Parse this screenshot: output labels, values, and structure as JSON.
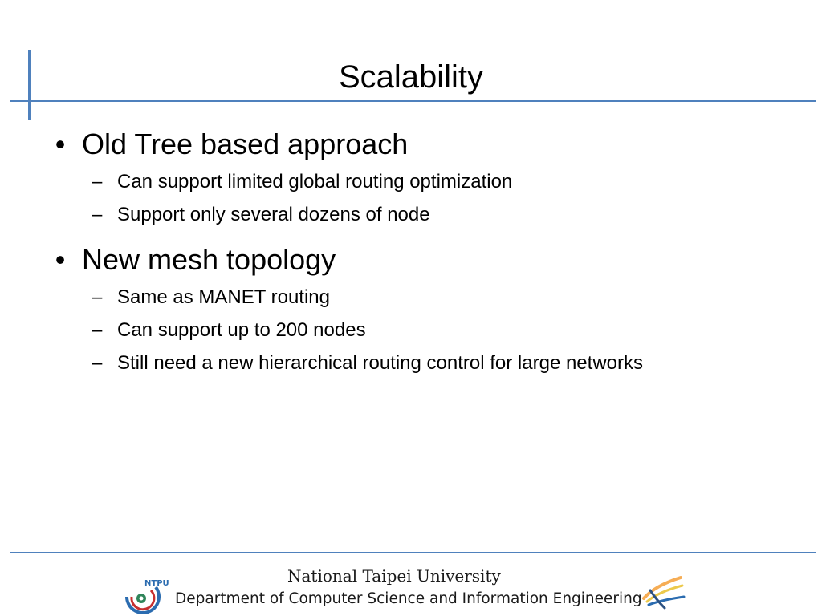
{
  "slide": {
    "title": "Scalability",
    "bullets": [
      {
        "text": "Old Tree based approach",
        "subitems": [
          "Can support limited global routing optimization",
          "Support only several dozens of node"
        ]
      },
      {
        "text": "New mesh topology",
        "subitems": [
          "Same as MANET routing",
          "Can support up to 200 nodes",
          "Still need a new hierarchical routing control for large networks"
        ]
      }
    ],
    "bullet_symbol": "•",
    "sub_symbol": "–"
  },
  "footer": {
    "university": "National Taipei University",
    "department": "Department of Computer Science and Information Engineering",
    "logo_left_text": "NTPU",
    "logo_left_icon": "ntpu-logo-icon",
    "logo_right_icon": "csie-logo-icon"
  },
  "colors": {
    "frame_line": "#4f81bd",
    "text": "#000000",
    "background": "#ffffff"
  }
}
